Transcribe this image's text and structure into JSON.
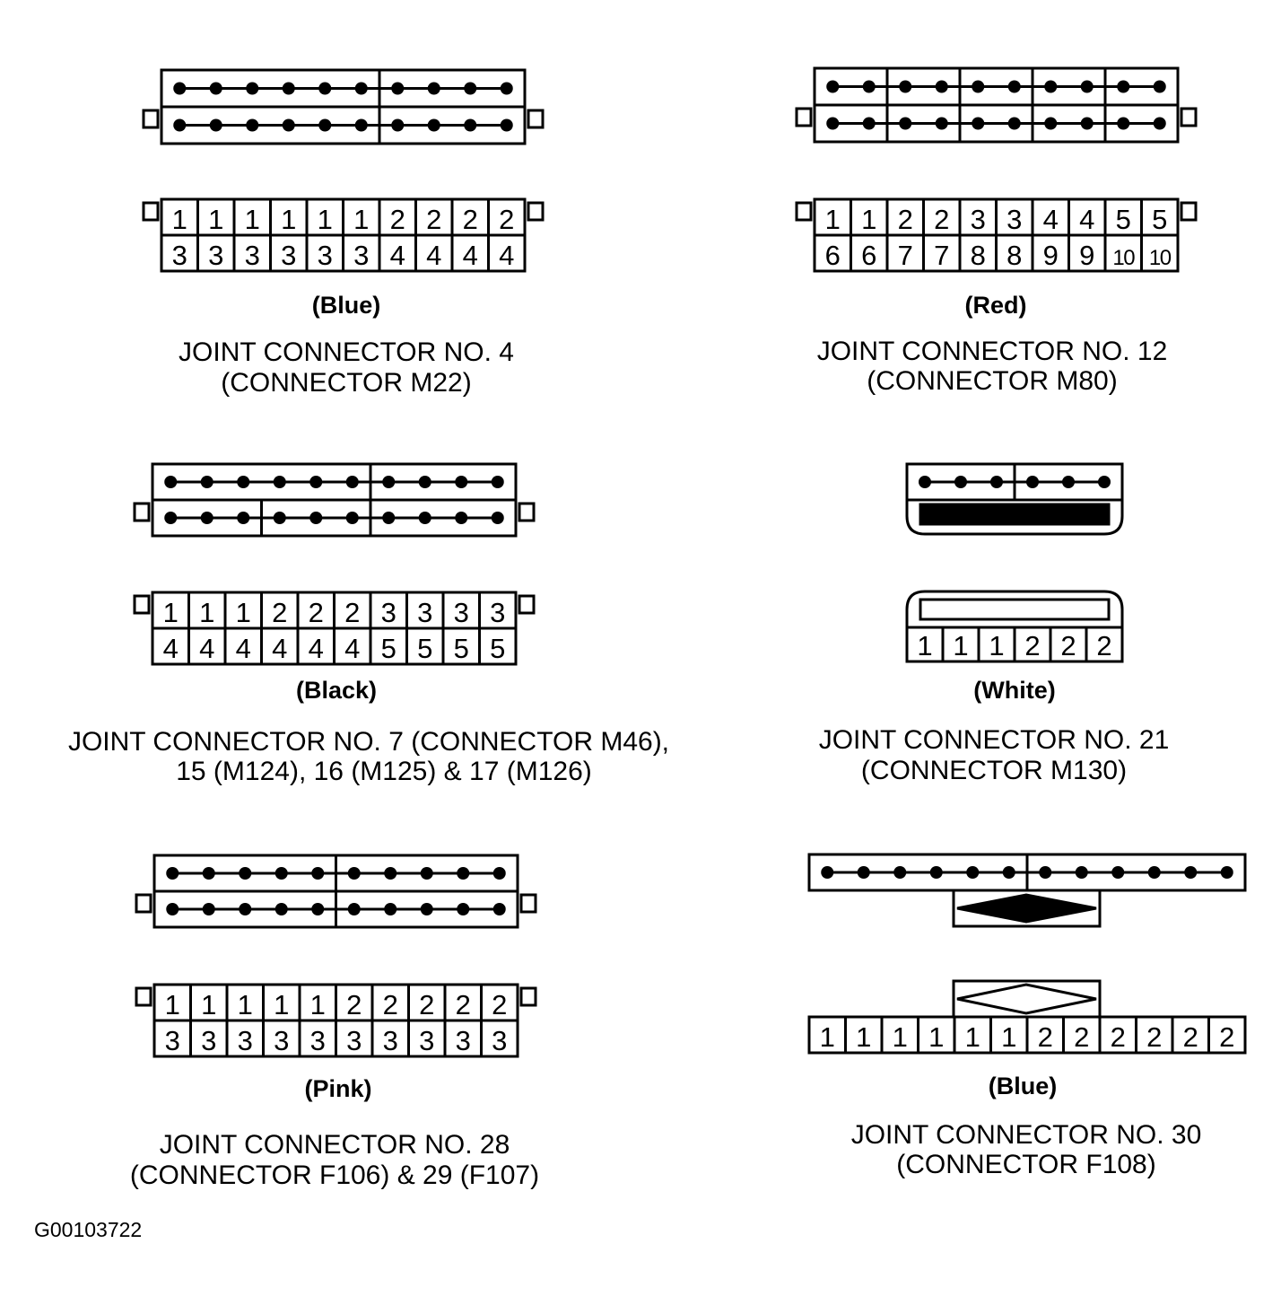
{
  "connectors": [
    {
      "id": "jc4",
      "color_label": "(Blue)",
      "title_lines": [
        "JOINT CONNECTOR NO. 4",
        "(CONNECTOR M22)"
      ],
      "terminal_rows": [
        [
          "1",
          "1",
          "1",
          "1",
          "1",
          "1",
          "2",
          "2",
          "2",
          "2"
        ],
        [
          "3",
          "3",
          "3",
          "3",
          "3",
          "3",
          "4",
          "4",
          "4",
          "4"
        ]
      ]
    },
    {
      "id": "jc12",
      "color_label": "(Red)",
      "title_lines": [
        "JOINT CONNECTOR NO. 12",
        "(CONNECTOR M80)"
      ],
      "terminal_rows": [
        [
          "1",
          "1",
          "2",
          "2",
          "3",
          "3",
          "4",
          "4",
          "5",
          "5"
        ],
        [
          "6",
          "6",
          "7",
          "7",
          "8",
          "8",
          "9",
          "9",
          "10",
          "10"
        ]
      ]
    },
    {
      "id": "jc7",
      "color_label": "(Black)",
      "title_lines": [
        "JOINT CONNECTOR NO. 7 (CONNECTOR M46),",
        "15 (M124), 16 (M125) & 17 (M126)"
      ],
      "terminal_rows": [
        [
          "1",
          "1",
          "1",
          "2",
          "2",
          "2",
          "3",
          "3",
          "3",
          "3"
        ],
        [
          "4",
          "4",
          "4",
          "4",
          "4",
          "4",
          "5",
          "5",
          "5",
          "5"
        ]
      ]
    },
    {
      "id": "jc21",
      "color_label": "(White)",
      "title_lines": [
        "JOINT CONNECTOR NO. 21",
        "(CONNECTOR M130)"
      ],
      "terminal_rows": [
        [
          "1",
          "1",
          "1",
          "2",
          "2",
          "2"
        ]
      ]
    },
    {
      "id": "jc28",
      "color_label": "(Pink)",
      "title_lines": [
        "JOINT CONNECTOR NO. 28",
        "(CONNECTOR F106) & 29 (F107)"
      ],
      "terminal_rows": [
        [
          "1",
          "1",
          "1",
          "1",
          "1",
          "2",
          "2",
          "2",
          "2",
          "2"
        ],
        [
          "3",
          "3",
          "3",
          "3",
          "3",
          "3",
          "3",
          "3",
          "3",
          "3"
        ]
      ]
    },
    {
      "id": "jc30",
      "color_label": "(Blue)",
      "title_lines": [
        "JOINT CONNECTOR NO. 30",
        "(CONNECTOR F108)"
      ],
      "terminal_rows": [
        [
          "1",
          "1",
          "1",
          "1",
          "1",
          "1",
          "2",
          "2",
          "2",
          "2",
          "2",
          "2"
        ]
      ]
    }
  ],
  "figure_code": "G00103722"
}
